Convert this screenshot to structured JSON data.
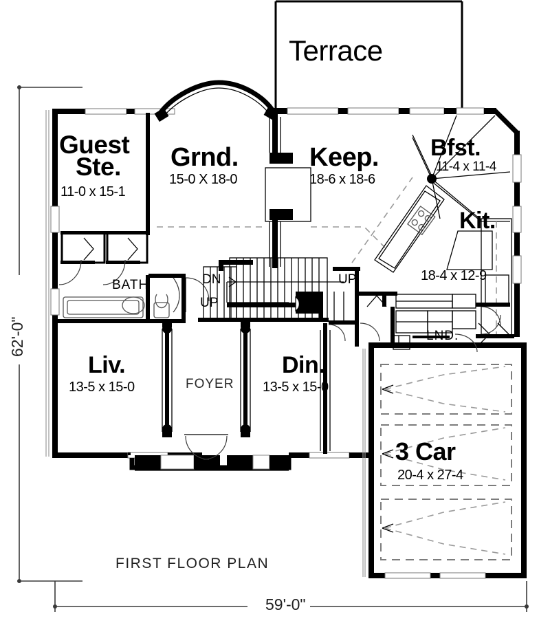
{
  "plan": {
    "title": "FIRST FLOOR PLAN",
    "overall_width": "59'-0\"",
    "overall_height": "62'-0\"",
    "line_color": "#000000",
    "dim_color": "#3a3a3a",
    "background": "#ffffff"
  },
  "rooms": [
    {
      "id": "terrace",
      "name": "Terrace",
      "dim": ""
    },
    {
      "id": "guest",
      "name": "Guest",
      "name2": "Ste.",
      "dim": "11-0 x 15-1"
    },
    {
      "id": "grand",
      "name": "Grnd.",
      "dim": "15-0 X 18-0"
    },
    {
      "id": "keeping",
      "name": "Keep.",
      "dim": "18-6 x 18-6"
    },
    {
      "id": "breakfast",
      "name": "Bfst.",
      "dim": "11-4 x 11-4"
    },
    {
      "id": "kitchen",
      "name": "Kit.",
      "dim": "18-4 x 12-9"
    },
    {
      "id": "living",
      "name": "Liv.",
      "dim": "13-5 x 15-0"
    },
    {
      "id": "dining",
      "name": "Din.",
      "dim": "13-5 x 15-0"
    },
    {
      "id": "garage",
      "name": "3 Car",
      "dim": "20-4 x 27-4"
    }
  ],
  "small_labels": [
    {
      "id": "bath",
      "text": "BATH"
    },
    {
      "id": "foyer",
      "text": "FOYER"
    },
    {
      "id": "laundry",
      "text": "LND."
    },
    {
      "id": "stair-dn",
      "text": "DN"
    },
    {
      "id": "stair-up-upper",
      "text": "UP"
    },
    {
      "id": "stair-up-lower",
      "text": "UP"
    }
  ]
}
